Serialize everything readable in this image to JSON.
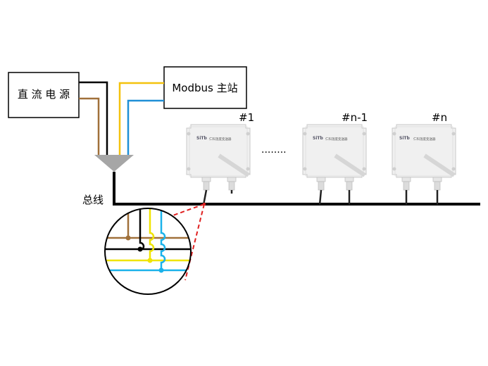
{
  "power_supply": {
    "label": "直 流 电 源"
  },
  "modbus_master": {
    "label": "Modbus 主站"
  },
  "bus": {
    "label": "总线"
  },
  "devices": [
    {
      "index_label": "#1",
      "logo": "SiTb",
      "name": "仁科温度变送器"
    },
    {
      "index_label": "#n-1",
      "logo": "SiTb",
      "name": "仁科温度变送器"
    },
    {
      "index_label": "#n",
      "logo": "SiTb",
      "name": "仁科温度变送器"
    }
  ],
  "ellipsis": "........",
  "colors": {
    "brown": "#a0703a",
    "black": "#000000",
    "yellow": "#f4c20d",
    "blue": "#1f8fd6",
    "funnel": "#a6a6a6",
    "detail_yellow": "#f0e400",
    "detail_blue": "#1ab2ea",
    "detail_link": "#e02020",
    "device_body": "#f0f0f0",
    "device_edge": "#c8c8c8",
    "cable": "#222222"
  }
}
